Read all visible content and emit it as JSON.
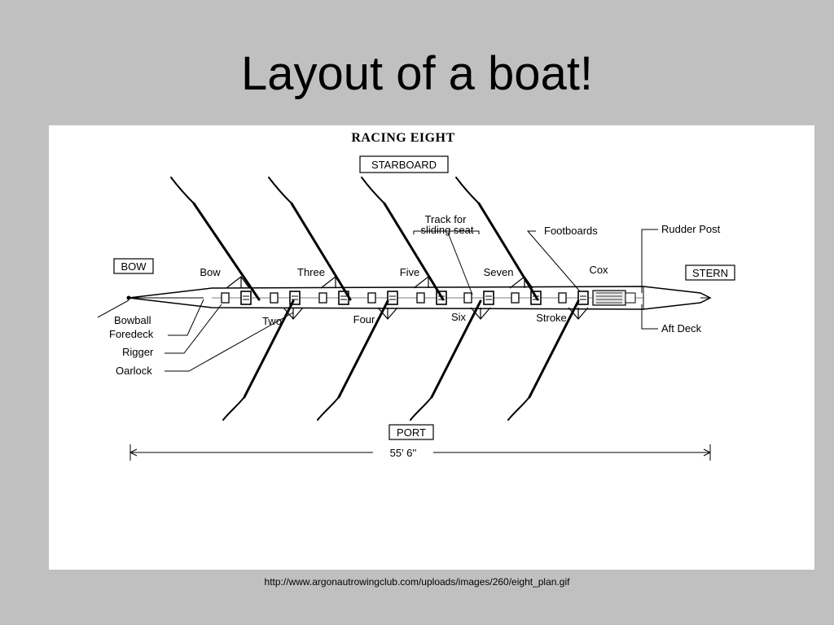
{
  "slide": {
    "title": "Layout of a boat!",
    "source_url": "http://www.argonautrowingclub.com/uploads/images/260/eight_plan.gif"
  },
  "diagram": {
    "title": "RACING EIGHT",
    "starboard": "STARBOARD",
    "port": "PORT",
    "bow_box": "BOW",
    "stern_box": "STERN",
    "length": "55' 6''",
    "seats_starboard": [
      "Bow",
      "Three",
      "Five",
      "Seven"
    ],
    "seats_port": [
      "Two",
      "Four",
      "Six",
      "Stroke"
    ],
    "cox": "Cox",
    "parts": {
      "bowball": "Bowball",
      "foredeck": "Foredeck",
      "rigger": "Rigger",
      "oarlock": "Oarlock",
      "track_line1": "Track for",
      "track_line2": "sliding seat",
      "footboards": "Footboards",
      "rudder_post": "Rudder Post",
      "aft_deck": "Aft Deck"
    }
  }
}
